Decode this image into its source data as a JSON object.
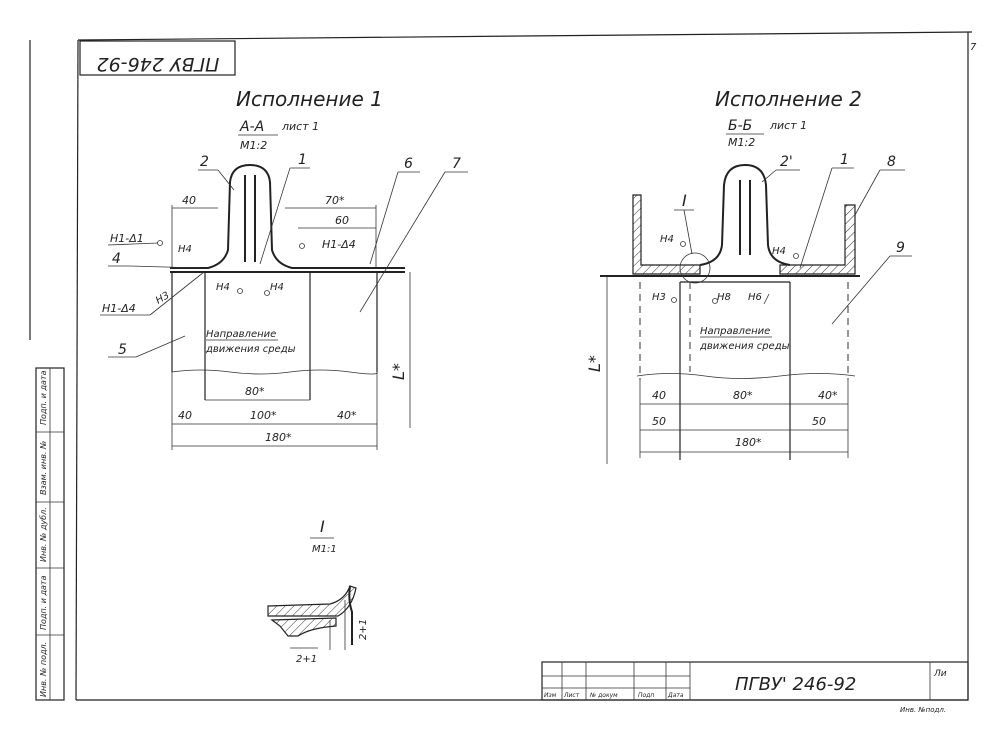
{
  "page_number": "7",
  "stamp_rotated": "ПГВУ 246-92",
  "title_block": {
    "code": "ПГВУ' 246-92",
    "sheet_label": "Ли",
    "small_cells": [
      "Изм",
      "Лист",
      "№ докум",
      "Подп",
      "Дата"
    ],
    "bottom_note": "Инв. №подл."
  },
  "side_strip": [
    "Подп. и дата",
    "Взам. инв. №",
    "Инв. № дубл.",
    "Подп. и дата",
    "Инв. № подл."
  ],
  "variant1": {
    "heading": "Исполнение 1",
    "section": "А-А",
    "sheet_ref": "лист 1",
    "scale": "М1:2",
    "callouts": [
      "2",
      "1",
      "6",
      "7",
      "4",
      "5"
    ],
    "welds": [
      "Н1-Δ1",
      "Н4",
      "Н1-Δ4",
      "Н3",
      "Н1-Δ4",
      "Н4",
      "Н4"
    ],
    "flow_label_1": "Направление",
    "flow_label_2": "движения среды",
    "dims": [
      "40",
      "70*",
      "60",
      "80*",
      "40",
      "100*",
      "40*",
      "180*",
      "L*"
    ]
  },
  "variant2": {
    "heading": "Исполнение 2",
    "section": "Б-Б",
    "sheet_ref": "лист 1",
    "scale": "М1:2",
    "callouts": [
      "I",
      "2'",
      "1",
      "8",
      "9"
    ],
    "welds": [
      "Н4",
      "Н4",
      "Н3",
      "Н8",
      "Н6"
    ],
    "flow_label_1": "Направление",
    "flow_label_2": "движения среды",
    "dims": [
      "40",
      "80*",
      "40*",
      "50",
      "50",
      "180*",
      "L*"
    ]
  },
  "detail": {
    "label": "I",
    "scale": "М1:1",
    "dims": [
      "2+1",
      "2+1"
    ]
  }
}
